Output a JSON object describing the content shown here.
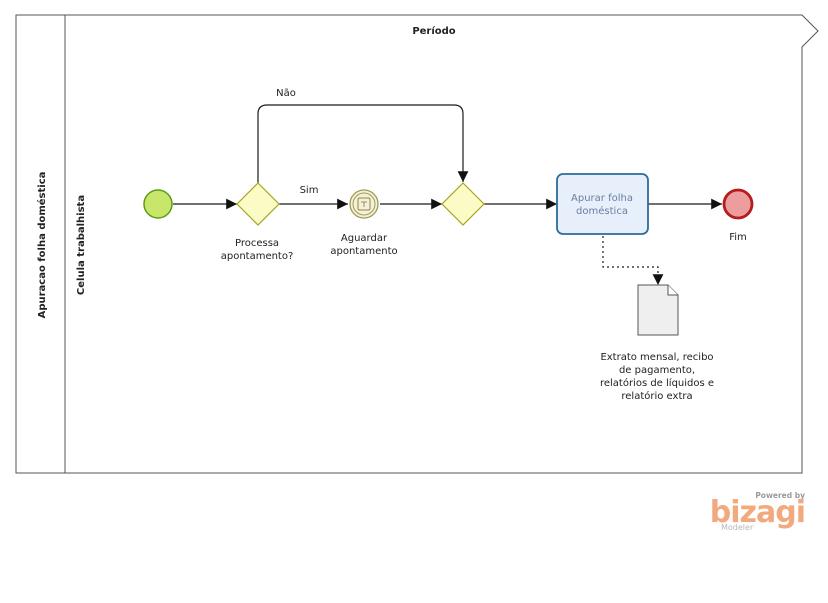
{
  "pool": {
    "label": "Apuracao folha doméstica"
  },
  "phase": {
    "label": "Período"
  },
  "lane": {
    "label": "Celula trabalhista"
  },
  "gateway1": {
    "label_line1": "Processa",
    "label_line2": "apontamento?"
  },
  "flows": {
    "yes_label": "Sim",
    "no_label": "Não"
  },
  "intermediate_event": {
    "label_line1": "Aguardar",
    "label_line2": "apontamento"
  },
  "task": {
    "label_line1": "Apurar folha",
    "label_line2": "doméstica"
  },
  "end_event": {
    "label": "Fim"
  },
  "document": {
    "label_line1": "Extrato mensal, recibo",
    "label_line2": "de pagamento,",
    "label_line3": "relatórios de líquidos e",
    "label_line4": "relatório extra"
  },
  "branding": {
    "powered_by": "Powered by",
    "name": "bizagi",
    "product": "Modeler"
  },
  "colors": {
    "start_fill": "#c8e66a",
    "start_stroke": "#5c9a1c",
    "gateway_fill": "#fbfbc6",
    "gateway_stroke": "#a6a51e",
    "event_fill": "#f5f1d6",
    "event_stroke": "#9d9a5b",
    "task_fill": "#e7f0fa",
    "task_stroke": "#2b6b9a",
    "end_fill": "#ec9e9e",
    "end_stroke": "#b71c1c"
  }
}
